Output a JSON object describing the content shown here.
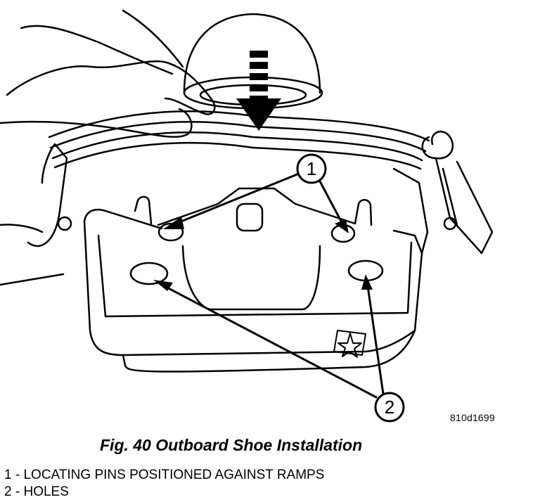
{
  "figure": {
    "code": "810d1699",
    "title": "Fig. 40 Outboard Shoe Installation"
  },
  "callouts": [
    {
      "number": "1"
    },
    {
      "number": "2"
    }
  ],
  "legend": [
    {
      "number": "1",
      "separator": "-",
      "text": "LOCATING PINS POSITIONED AGAINST RAMPS"
    },
    {
      "number": "2",
      "separator": "-",
      "text": "HOLES"
    }
  ]
}
